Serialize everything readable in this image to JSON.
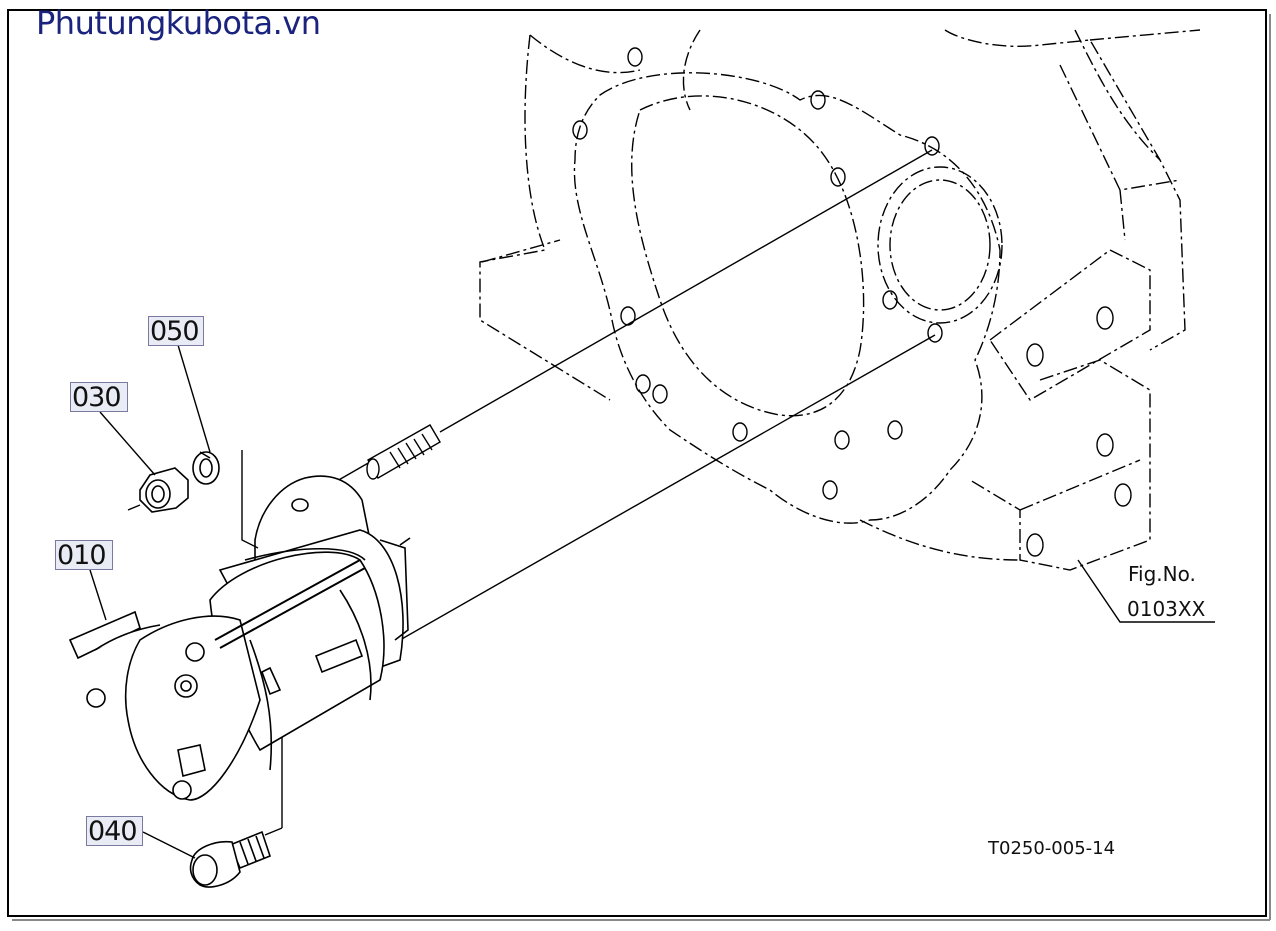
{
  "watermark": "Phutungkubota.vn",
  "callouts": {
    "c050": "050",
    "c030": "030",
    "c010": "010",
    "c040": "040"
  },
  "fig_label": "Fig.No.",
  "fig_number": "0103XX",
  "drawing_code": "T0250-005-14"
}
